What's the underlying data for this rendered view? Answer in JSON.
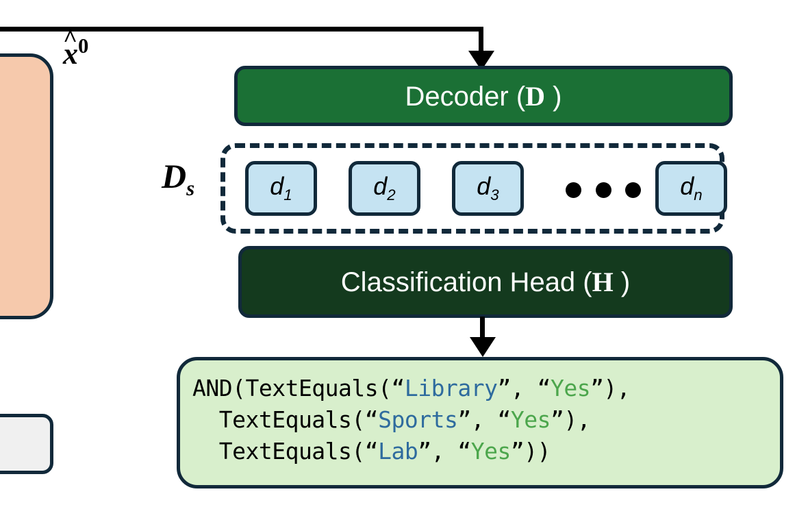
{
  "diagram": {
    "title": "Decoder to classification head to logical output",
    "colors": {
      "border": "#11293A",
      "decoder_fill": "#1B7035",
      "head_fill": "#143A1E",
      "token_fill": "#C5E3F2",
      "output_fill": "#D8EFCC",
      "peach_fill": "#F6C9AC",
      "gray_fill": "#F0F0F0",
      "key_text": "#2E6B9E",
      "value_text": "#4CA64C",
      "arrow": "#000000"
    },
    "input_label": {
      "base": "x",
      "hat": "^",
      "superscript": "0"
    },
    "decoder": {
      "label_prefix": "Decoder (",
      "symbol": "D",
      "label_suffix": " )"
    },
    "token_group": {
      "label_base": "D",
      "label_sub": "s",
      "tokens": [
        {
          "base": "d",
          "sub": "1"
        },
        {
          "base": "d",
          "sub": "2"
        },
        {
          "base": "d",
          "sub": "3"
        },
        {
          "base": "d",
          "sub": "n"
        }
      ],
      "ellipsis": "• • •"
    },
    "classification_head": {
      "label_prefix": "Classification Head (",
      "symbol": "H",
      "label_suffix": " )"
    },
    "output": {
      "lines": [
        [
          {
            "t": "AND(TextEquals(“",
            "c": "plain"
          },
          {
            "t": "Library",
            "c": "key"
          },
          {
            "t": "”, “",
            "c": "plain"
          },
          {
            "t": "Yes",
            "c": "val"
          },
          {
            "t": "”),",
            "c": "plain"
          }
        ],
        [
          {
            "t": "  TextEquals(“",
            "c": "plain"
          },
          {
            "t": "Sports",
            "c": "key"
          },
          {
            "t": "”, “",
            "c": "plain"
          },
          {
            "t": "Yes",
            "c": "val"
          },
          {
            "t": "”),",
            "c": "plain"
          }
        ],
        [
          {
            "t": "  TextEquals(“",
            "c": "plain"
          },
          {
            "t": "Lab",
            "c": "key"
          },
          {
            "t": "”, “",
            "c": "plain"
          },
          {
            "t": "Yes",
            "c": "val"
          },
          {
            "t": "”))",
            "c": "plain"
          }
        ]
      ],
      "plain_text": "AND(TextEquals(“Library”, “Yes”),\n  TextEquals(“Sports”, “Yes”),\n  TextEquals(“Lab”, “Yes”))"
    }
  }
}
